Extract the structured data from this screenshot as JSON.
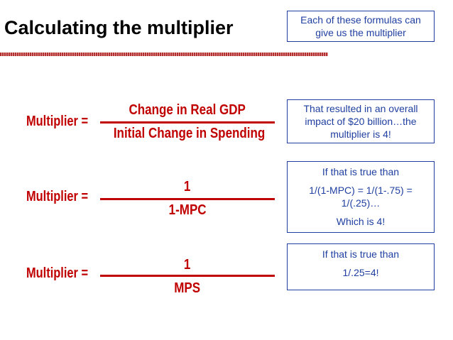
{
  "slide": {
    "title": "Calculating the multiplier"
  },
  "formulas": [
    {
      "lhs": "Multiplier =",
      "numerator": "Change in Real GDP",
      "denominator": "Initial Change in Spending"
    },
    {
      "lhs": "Multiplier =",
      "numerator": "1",
      "denominator": "1-MPC"
    },
    {
      "lhs": "Multiplier =",
      "numerator": "1",
      "denominator": "MPS"
    }
  ],
  "notes": {
    "top": "Each of these formulas can give us the multiplier",
    "second": "That resulted in an overall impact of $20 billion…the multiplier is 4!",
    "third": {
      "line1": "If that is true than",
      "line2": "1/(1-MPC) = 1/(1-.75) = 1/(.25)…",
      "line3": "Which is 4!"
    },
    "fourth": {
      "line1": "If that is true than",
      "line2": "1/.25=4!"
    }
  },
  "colors": {
    "formula": "#c00000",
    "note_text": "#1f3fa0",
    "title_rule": "#b03030"
  }
}
